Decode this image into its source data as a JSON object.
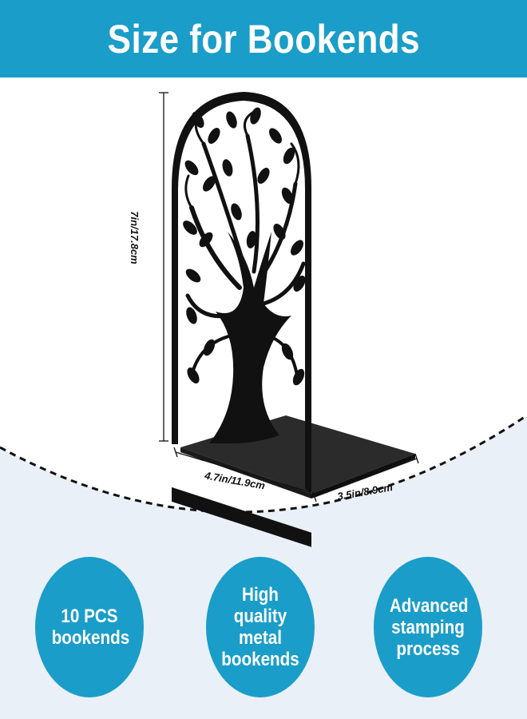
{
  "banner": {
    "title": "Size for Bookends",
    "color": "#1a9dc9"
  },
  "dimensions": {
    "height": "7in/17.8cm",
    "width": "4.7in/11.9cm",
    "depth": "3.5in/8.9cm"
  },
  "features": [
    {
      "label": "10 PCS bookends"
    },
    {
      "label": "High quality metal bookends"
    },
    {
      "label": "Advanced stamping process"
    }
  ],
  "colors": {
    "accent": "#1a9dc9",
    "lower_background": "#eaf0f8",
    "product": "#111111"
  }
}
